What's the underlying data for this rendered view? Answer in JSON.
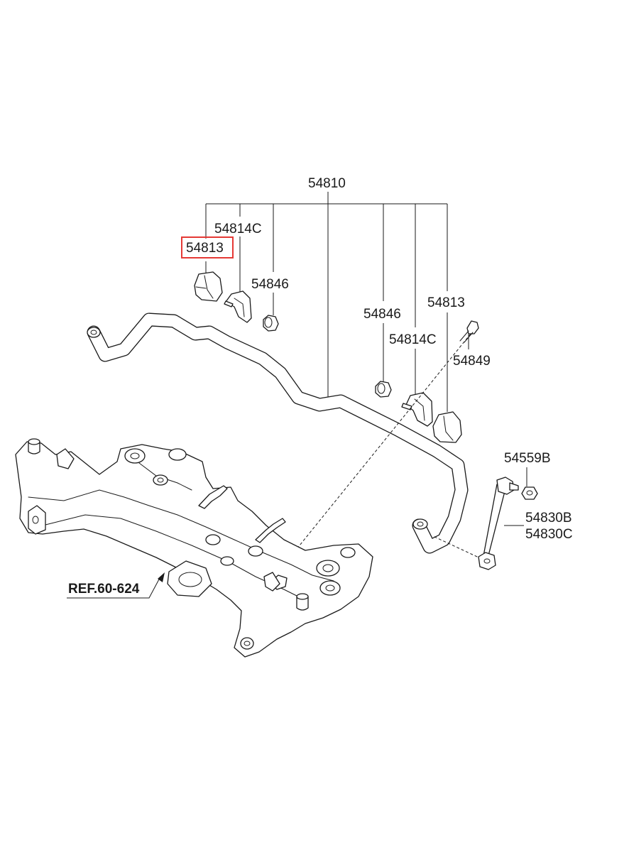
{
  "highlight_color": "#e53935",
  "labels": {
    "p54810": "54810",
    "p54814c_left": "54814C",
    "p54813_left": "54813",
    "p54846_left": "54846",
    "p54846_right": "54846",
    "p54813_right": "54813",
    "p54814c_right": "54814C",
    "p54849": "54849",
    "p54559b": "54559B",
    "p54830b": "54830B",
    "p54830c": "54830C",
    "ref": "REF.60-624"
  },
  "highlighted_label": "54813"
}
